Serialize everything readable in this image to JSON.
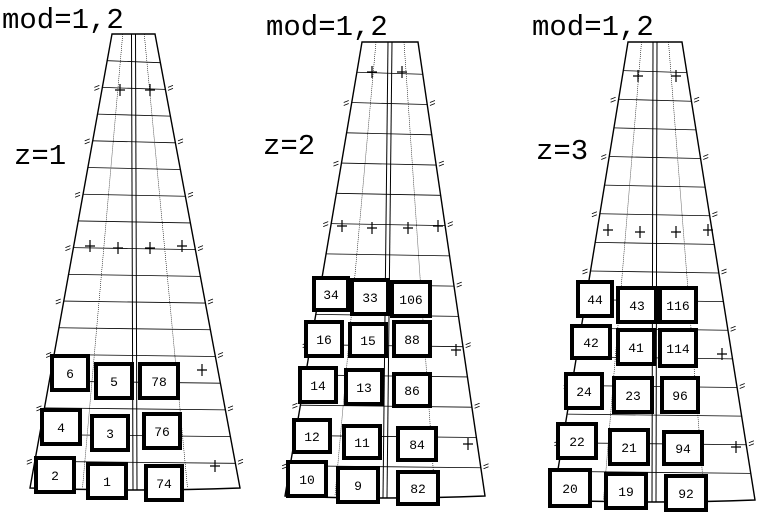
{
  "panels": [
    {
      "title": "mod=1,2",
      "z_label": "z=1",
      "boxes": [
        {
          "id": "6"
        },
        {
          "id": "5"
        },
        {
          "id": "78"
        },
        {
          "id": "4"
        },
        {
          "id": "3"
        },
        {
          "id": "76"
        },
        {
          "id": "2"
        },
        {
          "id": "1"
        },
        {
          "id": "74"
        }
      ]
    },
    {
      "title": "mod=1,2",
      "z_label": "z=2",
      "boxes": [
        {
          "id": "34"
        },
        {
          "id": "33"
        },
        {
          "id": "106"
        },
        {
          "id": "16"
        },
        {
          "id": "15"
        },
        {
          "id": "88"
        },
        {
          "id": "14"
        },
        {
          "id": "13"
        },
        {
          "id": "86"
        },
        {
          "id": "12"
        },
        {
          "id": "11"
        },
        {
          "id": "84"
        },
        {
          "id": "10"
        },
        {
          "id": "9"
        },
        {
          "id": "82"
        }
      ]
    },
    {
      "title": "mod=1,2",
      "z_label": "z=3",
      "boxes": [
        {
          "id": "44"
        },
        {
          "id": "43"
        },
        {
          "id": "116"
        },
        {
          "id": "42"
        },
        {
          "id": "41"
        },
        {
          "id": "114"
        },
        {
          "id": "24"
        },
        {
          "id": "23"
        },
        {
          "id": "96"
        },
        {
          "id": "22"
        },
        {
          "id": "21"
        },
        {
          "id": "94"
        },
        {
          "id": "20"
        },
        {
          "id": "19"
        },
        {
          "id": "92"
        }
      ]
    }
  ]
}
